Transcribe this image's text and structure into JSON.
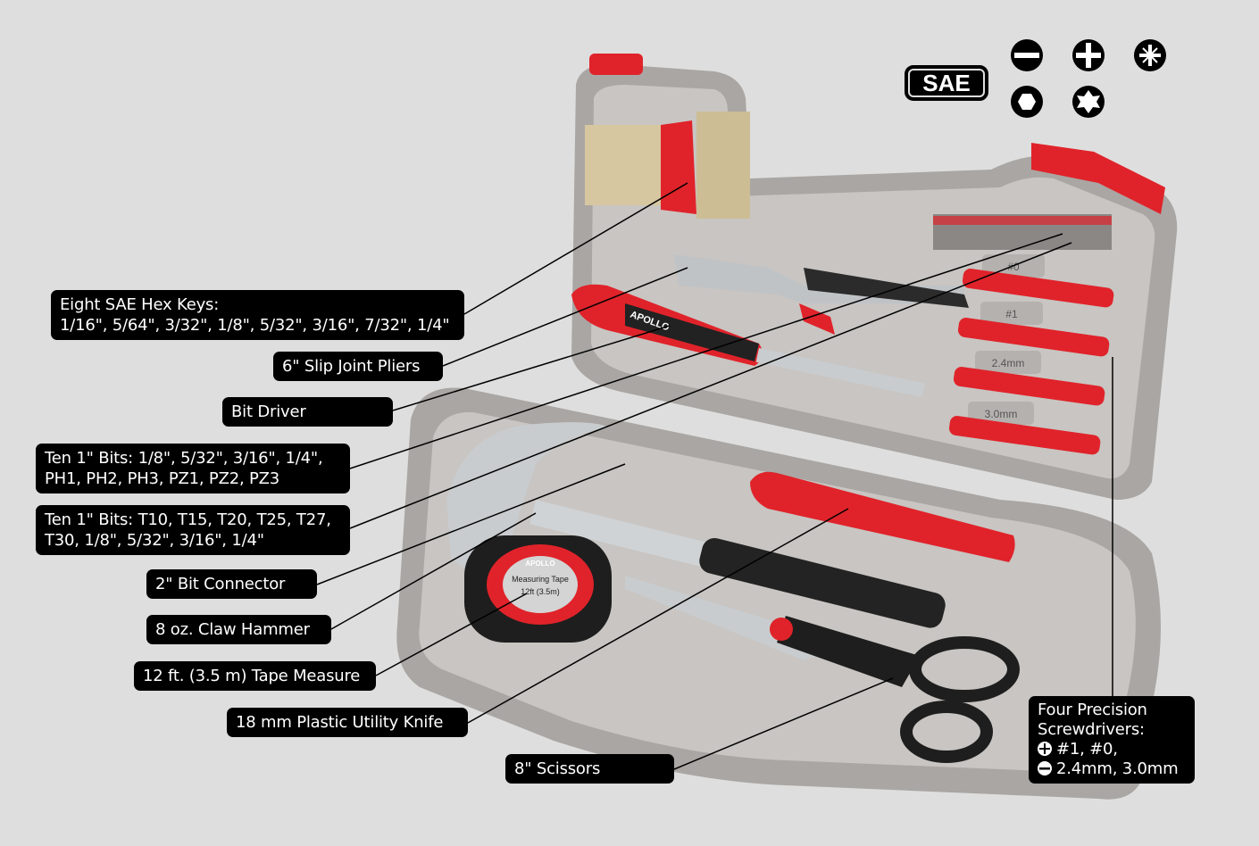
{
  "badge": {
    "text": "SAE"
  },
  "drive_icons": [
    "slotted-icon",
    "phillips-icon",
    "pozidriv-icon",
    "hex-icon",
    "torx-icon"
  ],
  "colors": {
    "background": "#dedede",
    "case": "#a9a6a3",
    "accent": "#e0232a",
    "label_bg": "#000000"
  },
  "labels": {
    "hex_keys": [
      "Eight SAE Hex Keys:",
      "1/16\", 5/64\", 3/32\", 1/8\", 5/32\", 3/16\", 7/32\", 1/4\""
    ],
    "pliers": "6\" Slip Joint Pliers",
    "bit_driver": "Bit Driver",
    "bits_a": [
      "Ten 1\" Bits: 1/8\", 5/32\", 3/16\", 1/4\",",
      "PH1, PH2, PH3, PZ1, PZ2, PZ3"
    ],
    "bits_b": [
      "Ten 1\" Bits: T10, T15, T20, T25, T27,",
      "T30, 1/8\", 5/32\", 3/16\", 1/4\""
    ],
    "bit_connector": "2\" Bit Connector",
    "hammer": "8 oz. Claw Hammer",
    "tape": "12 ft. (3.5 m) Tape Measure",
    "knife": "18 mm Plastic Utility Knife",
    "scissors": "8\" Scissors",
    "screwdrivers": [
      "Four Precision",
      "Screwdrivers:",
      "#1, #0,",
      "2.4mm, 3.0mm"
    ]
  },
  "product_text": {
    "brand": "APOLLO",
    "tape_title": "Measuring Tape",
    "tape_size": "12ft (3.5m)",
    "slots": [
      "#0",
      "#1",
      "2.4mm",
      "3.0mm"
    ]
  }
}
